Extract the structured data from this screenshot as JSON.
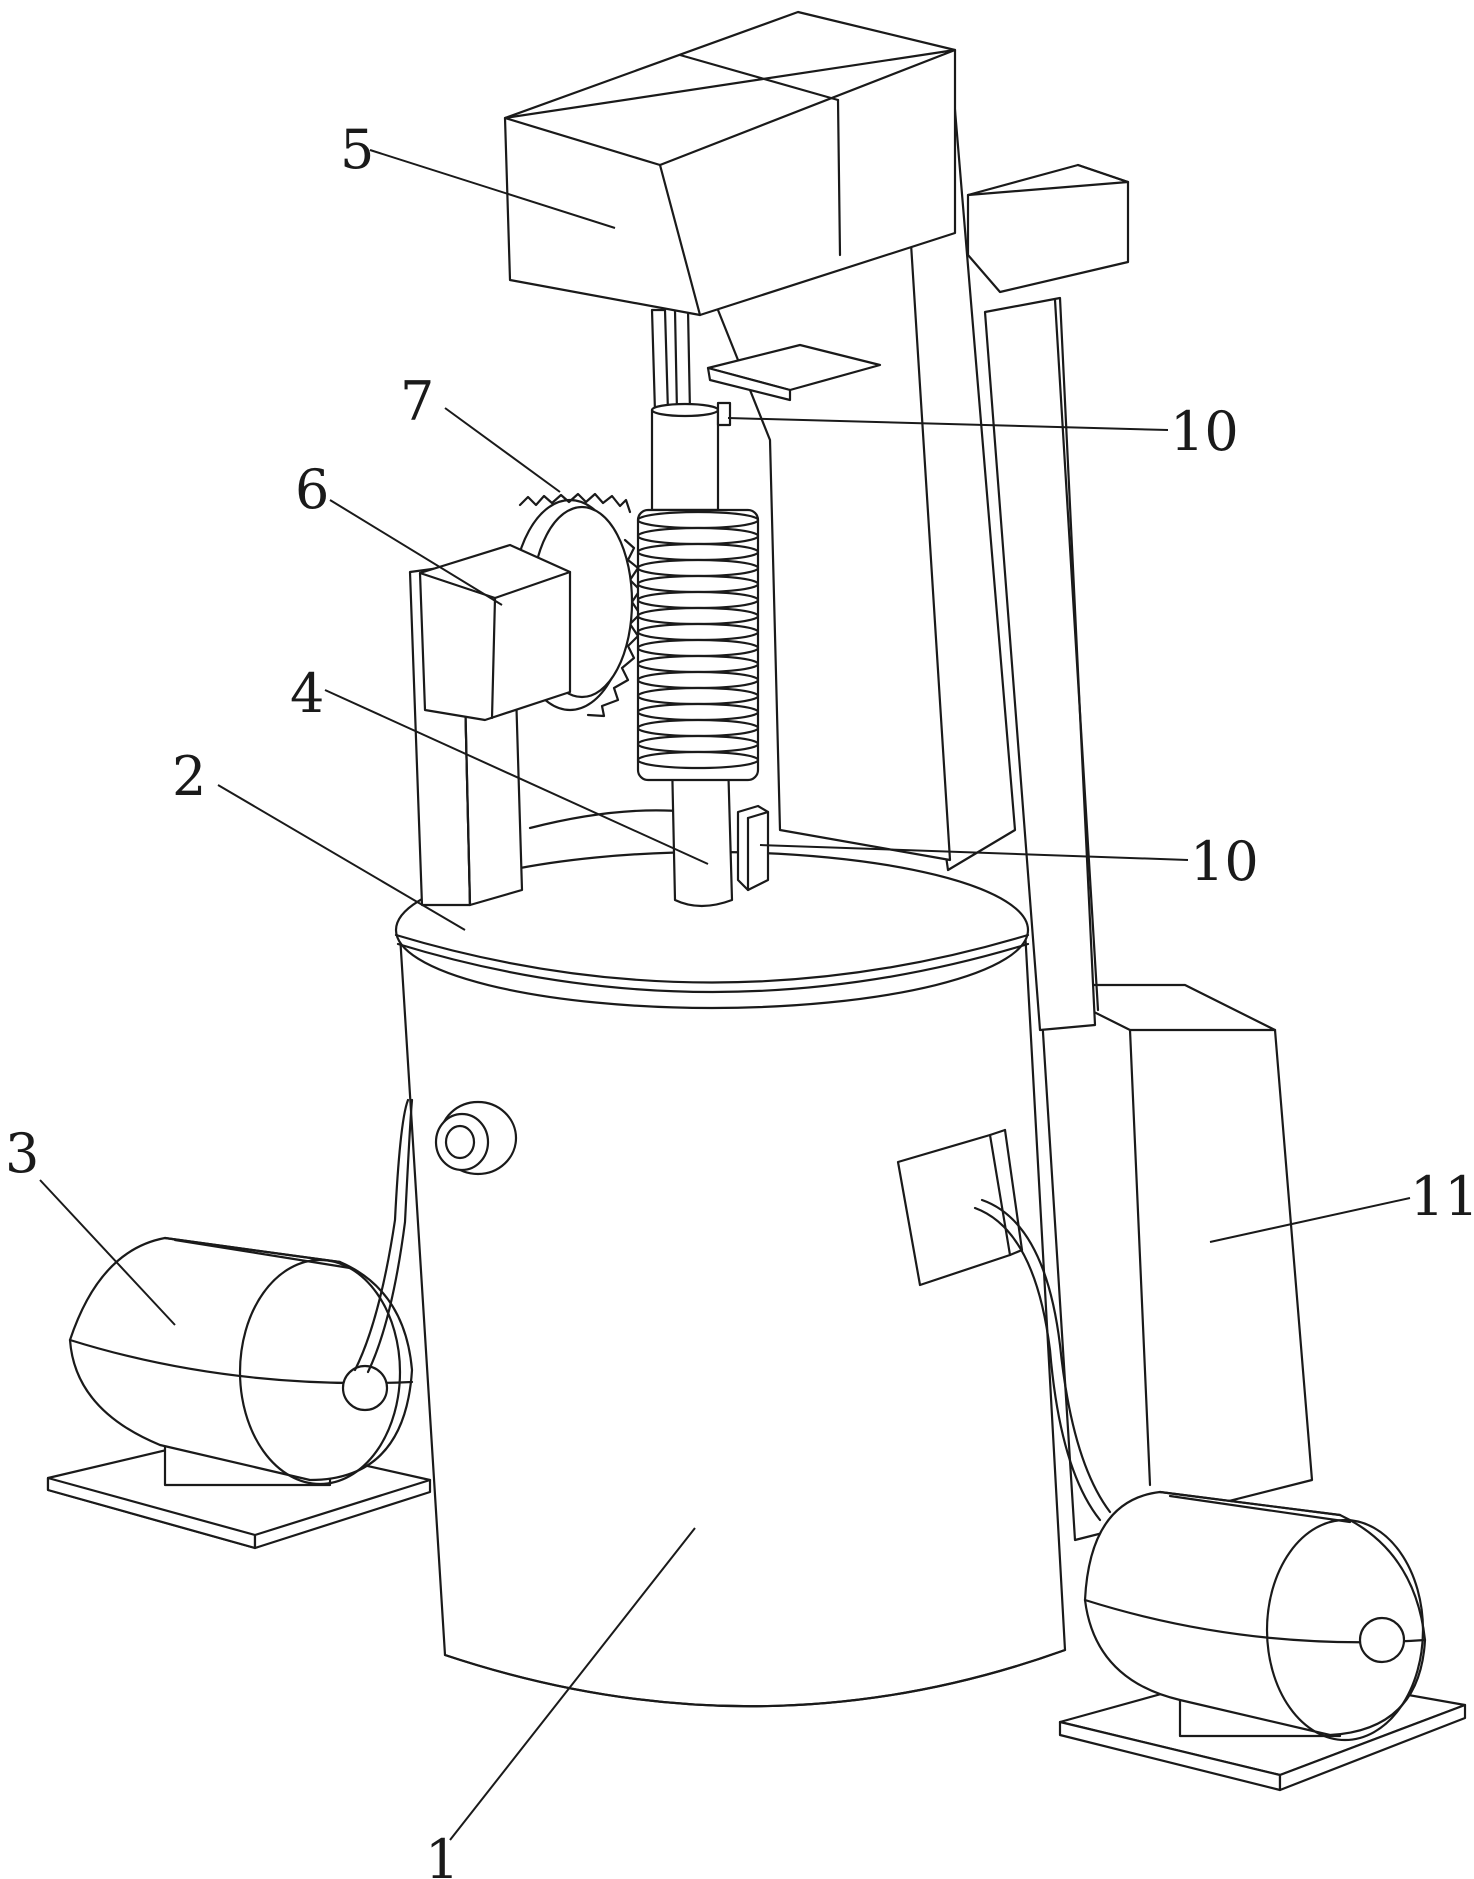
{
  "figure": {
    "labels": {
      "l1": "1",
      "l2": "2",
      "l3": "3",
      "l4": "4",
      "l5": "5",
      "l6": "6",
      "l7": "7",
      "l10a": "10",
      "l10b": "10",
      "l11": "11"
    }
  }
}
